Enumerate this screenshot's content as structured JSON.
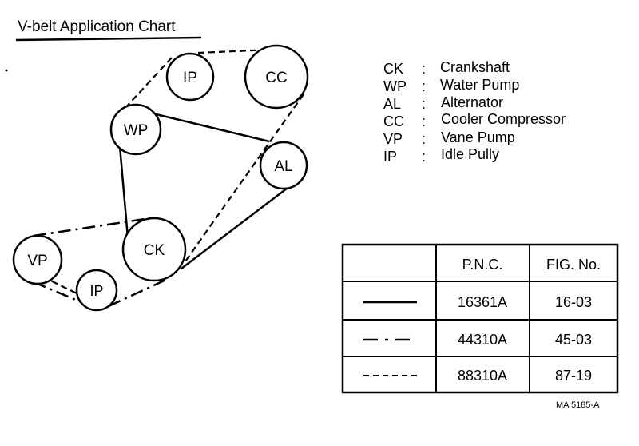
{
  "title": "V-belt Application Chart",
  "pulleys": [
    {
      "id": "ip-top",
      "label": "IP"
    },
    {
      "id": "cc",
      "label": "CC"
    },
    {
      "id": "wp",
      "label": "WP"
    },
    {
      "id": "al",
      "label": "AL"
    },
    {
      "id": "ck",
      "label": "CK"
    },
    {
      "id": "vp",
      "label": "VP"
    },
    {
      "id": "ip-bottom",
      "label": "IP"
    }
  ],
  "legend": [
    {
      "code": "CK",
      "sep": ":",
      "name": "Crankshaft"
    },
    {
      "code": "WP",
      "sep": ":",
      "name": "Water Pump"
    },
    {
      "code": "AL",
      "sep": ":",
      "name": "Alternator"
    },
    {
      "code": "CC",
      "sep": ":",
      "name": "Cooler Compressor"
    },
    {
      "code": "VP",
      "sep": ":",
      "name": "Vane Pump"
    },
    {
      "code": "IP",
      "sep": ":",
      "name": "Idle Pully"
    }
  ],
  "table": {
    "headers": [
      "",
      "P.N.C.",
      "FIG. No."
    ],
    "rows": [
      {
        "line_style": "solid",
        "pnc": "16361A",
        "fig": "16-03"
      },
      {
        "line_style": "dash-dot",
        "pnc": "44310A",
        "fig": "45-03"
      },
      {
        "line_style": "dashed",
        "pnc": "88310A",
        "fig": "87-19"
      }
    ]
  },
  "ref_code": "MA 5185-A"
}
